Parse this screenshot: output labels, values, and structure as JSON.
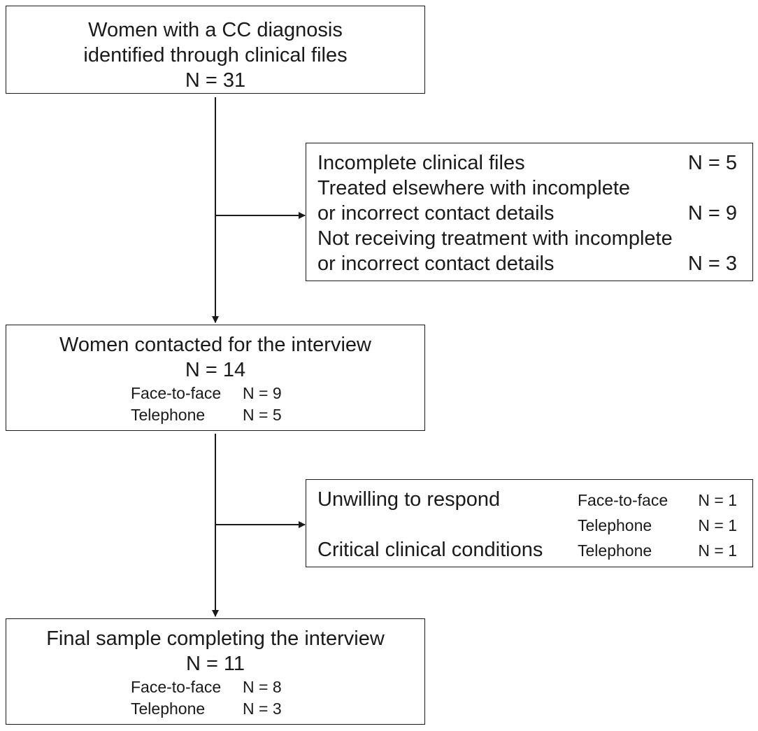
{
  "boxes": {
    "identified": {
      "line1": "Women with a CC diagnosis",
      "line2": "identified through clinical files",
      "n": "N = 31"
    },
    "exclusion1": {
      "rows": [
        {
          "label": "Incomplete clinical files",
          "n": "N = 5"
        },
        {
          "label": "Treated elsewhere with incomplete",
          "n": ""
        },
        {
          "label": "or incorrect contact details",
          "n": "N = 9"
        },
        {
          "label": "Not receiving treatment with incomplete",
          "n": ""
        },
        {
          "label": "or incorrect contact details",
          "n": "N = 3"
        }
      ]
    },
    "contacted": {
      "title": "Women contacted for the interview",
      "n": "N = 14",
      "sub": [
        {
          "label": "Face-to-face",
          "n": "N = 9"
        },
        {
          "label": "Telephone",
          "n": "N = 5"
        }
      ]
    },
    "exclusion2": {
      "rows": [
        {
          "reason": "Unwilling to respond",
          "mode": "Face-to-face",
          "n": "N = 1"
        },
        {
          "reason": "",
          "mode": "Telephone",
          "n": "N = 1"
        },
        {
          "reason": "Critical clinical conditions",
          "mode": "Telephone",
          "n": "N = 1"
        }
      ]
    },
    "final": {
      "title": "Final sample completing the interview",
      "n": "N = 11",
      "sub": [
        {
          "label": "Face-to-face",
          "n": "N = 8"
        },
        {
          "label": "Telephone",
          "n": "N = 3"
        }
      ]
    }
  }
}
